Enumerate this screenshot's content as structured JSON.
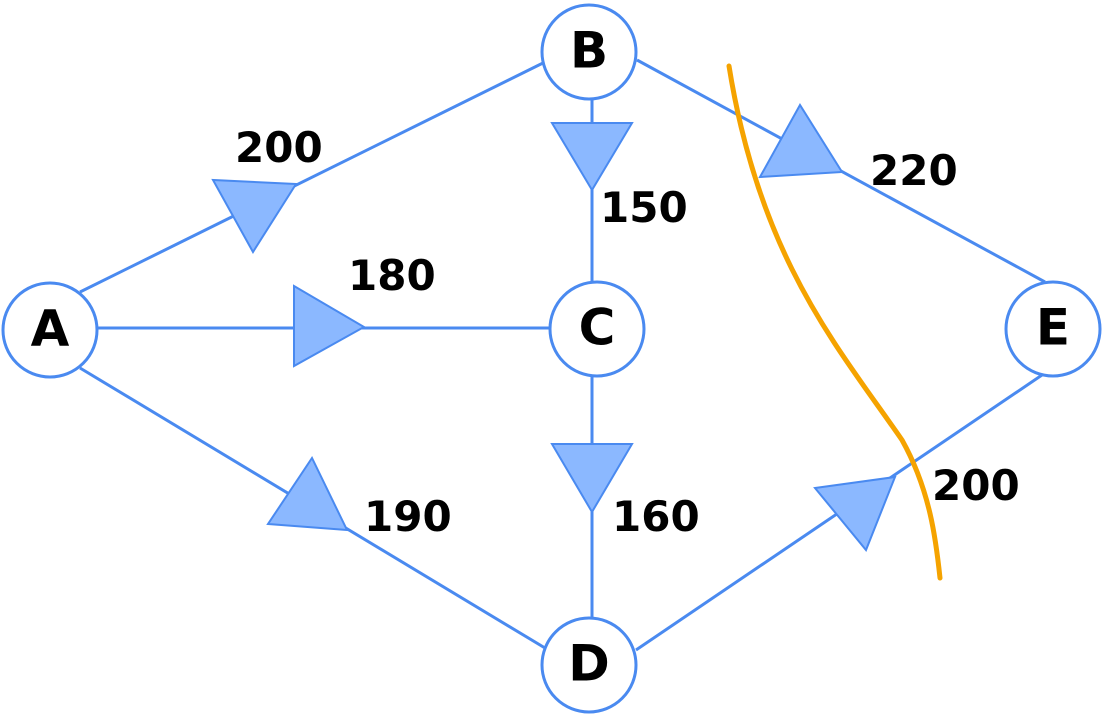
{
  "colors": {
    "edge": "#4a8af0",
    "arrow_fill": "#8bb8ff",
    "cut_line": "#f5a300",
    "node_fill": "#ffffff",
    "text": "#000000"
  },
  "nodes": {
    "A": {
      "label": "A"
    },
    "B": {
      "label": "B"
    },
    "C": {
      "label": "C"
    },
    "D": {
      "label": "D"
    },
    "E": {
      "label": "E"
    }
  },
  "edges": [
    {
      "from": "A",
      "to": "B",
      "capacity": "200"
    },
    {
      "from": "A",
      "to": "C",
      "capacity": "180"
    },
    {
      "from": "A",
      "to": "D",
      "capacity": "190"
    },
    {
      "from": "B",
      "to": "C",
      "capacity": "150"
    },
    {
      "from": "C",
      "to": "D",
      "capacity": "160"
    },
    {
      "from": "B",
      "to": "E",
      "capacity": "220"
    },
    {
      "from": "D",
      "to": "E",
      "capacity": "200"
    }
  ]
}
